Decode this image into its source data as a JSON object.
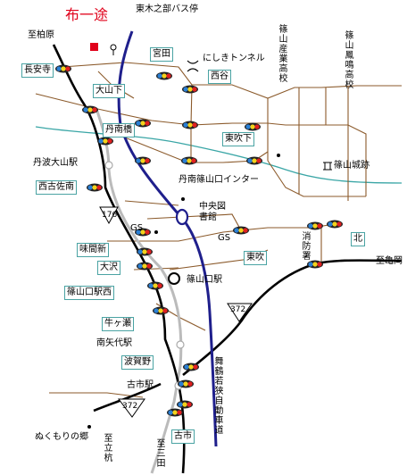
{
  "brand": {
    "name": "布一途",
    "color": "#e0001a"
  },
  "colors": {
    "road_main": "#000000",
    "expressway": "#1f1f8c",
    "local_road": "#8b5a2b",
    "river": "#3aa6a6",
    "label_border": "#4aa3a3"
  },
  "labels": {
    "bus_stop": "東木之部バス停",
    "to_kashiwara": "至柏原",
    "choanji": "長安寺",
    "ooyamashita": "大山下",
    "miyata": "宮田",
    "nishiki_tunnel": "にしきトンネル",
    "nishitani": "西谷",
    "sangyo_hs": "篠山産業高校",
    "homei_hs": "篠山鳳鳴高校",
    "tannanbashi": "丹南橋",
    "higashi_fukishita": "東吹下",
    "tamba_oyama_sta": "丹波大山駅",
    "castle": "篠山城跡",
    "nishi_kosaka": "西古佐南",
    "ic": "丹南篠山口インター",
    "library": "中央図書館",
    "route176": "176",
    "gs1": "GS",
    "gs2": "GS",
    "ajimashin": "味間新",
    "higashi_fuki": "東吹",
    "fire_station": "消防署",
    "kita": "北",
    "to_kameoka": "至亀岡",
    "osawa": "大沢",
    "sasayamaguchi_nishi": "篠山口駅西",
    "sasayamaguchi_sta": "篠山口駅",
    "route372a": "372",
    "ushigase": "牛ヶ瀬",
    "minami_yashiro": "南矢代駅",
    "hakano": "波賀野",
    "maizuru": "舞鶴若狭自動車道",
    "furuichi_sta": "古市駅",
    "route372b": "372",
    "furuichi": "古市",
    "nukumori": "ぬくもりの郷",
    "to_tachikui": "至立杭",
    "to_mita": "至三田"
  }
}
